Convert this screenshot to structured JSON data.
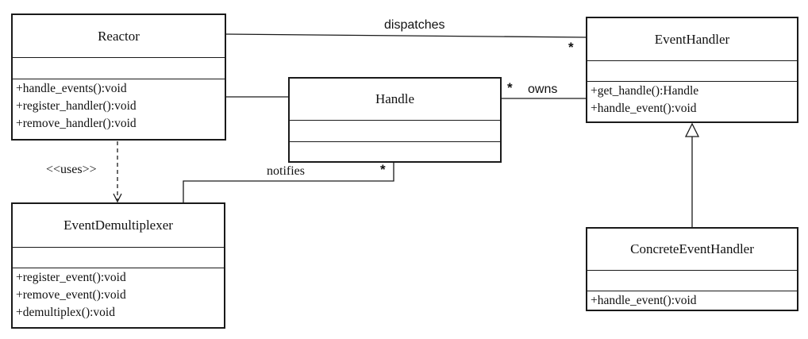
{
  "classes": {
    "reactor": {
      "name": "Reactor",
      "operations": [
        "+handle_events():void",
        "+register_handler():void",
        "+remove_handler():void"
      ]
    },
    "handle": {
      "name": "Handle",
      "operations": []
    },
    "event_handler": {
      "name": "EventHandler",
      "operations": [
        "+get_handle():Handle",
        "+handle_event():void"
      ]
    },
    "event_demultiplexer": {
      "name": "EventDemultiplexer",
      "operations": [
        "+register_event():void",
        "+remove_event():void",
        "+demultiplex():void"
      ]
    },
    "concrete_event_handler": {
      "name": "ConcreteEventHandler",
      "operations": [
        "+handle_event():void"
      ]
    }
  },
  "relations": {
    "dispatches": {
      "label": "dispatches",
      "multiplicity": "*"
    },
    "owns": {
      "label": "owns",
      "multiplicity": "*"
    },
    "notifies": {
      "label": "notifies",
      "multiplicity": "*"
    },
    "uses": {
      "label": "<<uses>>"
    }
  }
}
